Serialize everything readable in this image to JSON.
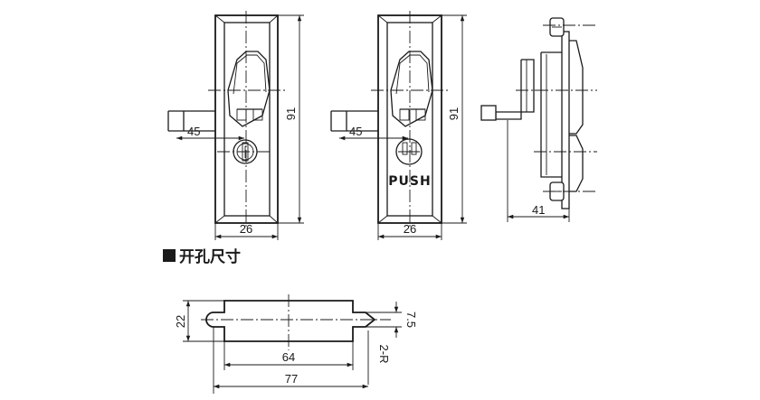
{
  "section": {
    "cutout_heading": "开孔尺寸"
  },
  "colors": {
    "ink": "#1a1a1a",
    "background": "#ffffff"
  },
  "views": {
    "front_key": {
      "height_label": "91",
      "width_label": "26",
      "handle_offset_label": "45"
    },
    "front_push": {
      "height_label": "91",
      "width_label": "26",
      "handle_offset_label": "45",
      "button_text": "PUSH"
    },
    "side": {
      "depth_label": "41"
    }
  },
  "cutout": {
    "length_label": "77",
    "center_distance_label": "64",
    "height_label": "22",
    "slot_label": "7.5",
    "radius_label": "2-R"
  }
}
